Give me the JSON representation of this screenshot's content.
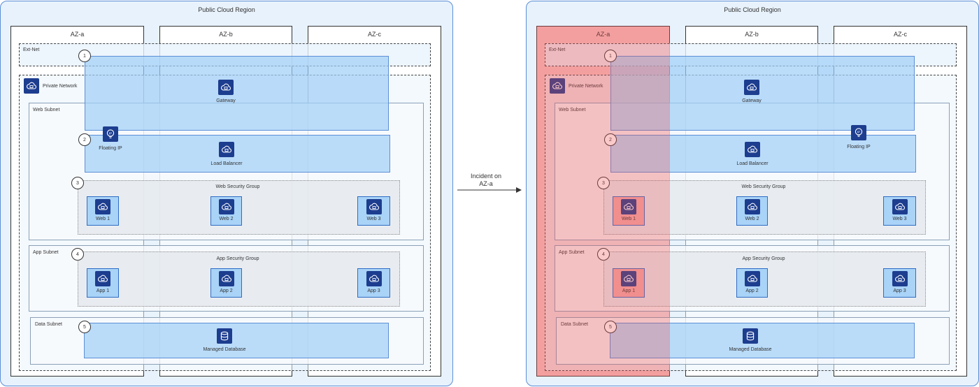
{
  "region_title": "Public Cloud Region",
  "az_labels": [
    "AZ-a",
    "AZ-b",
    "AZ-c"
  ],
  "ext_net": "Ext-Net",
  "private_network": "Private Network",
  "gateway": "Gateway",
  "web_subnet": "Web Subnet",
  "floating_ip": "Floating IP",
  "load_balancer": "Load Balancer",
  "web_sg": "Web Security Group",
  "app_subnet": "App Subnet",
  "app_sg": "App Security Group",
  "data_subnet": "Data Subnet",
  "managed_db": "Managed Database",
  "web_instances": [
    "Web 1",
    "Web 2",
    "Web 3"
  ],
  "app_instances": [
    "App 1",
    "App 2",
    "App 3"
  ],
  "steps": [
    "1",
    "2",
    "3",
    "4",
    "5"
  ],
  "arrow_label_line1": "Incident on",
  "arrow_label_line2": "AZ-a",
  "icons": {
    "cloud": "cloud-network-icon",
    "ip": "floating-ip-icon",
    "db": "database-icon"
  },
  "colors": {
    "region_bg": "#e8f2fc",
    "blue_box": "#a0cef6",
    "icon": "#1d3d8f",
    "failure": "#f2a9a9"
  }
}
